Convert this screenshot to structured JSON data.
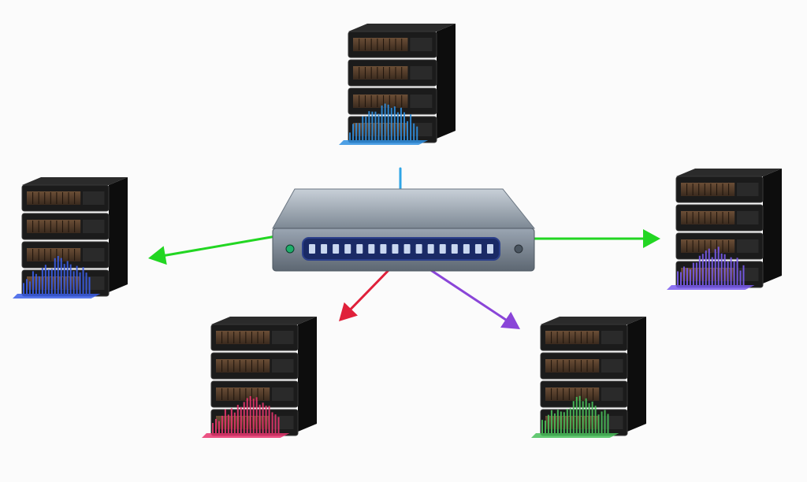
{
  "colors": {
    "background": "#fbfbfb",
    "rack_dark": "#1b1b1b",
    "rack_side": "#0d0d0d",
    "rack_top": "#2b2b2b",
    "drive_bay": "#5a4230",
    "switch_body": "#8f9aa6",
    "switch_port_strip": "#1a2a66",
    "switch_port": "#c9d7f0"
  },
  "switch": {
    "name": "network-switch",
    "port_count": 16
  },
  "servers": [
    {
      "name": "server-top",
      "activity_color": "#2f8fe0"
    },
    {
      "name": "server-left",
      "activity_color": "#3a5ee8"
    },
    {
      "name": "server-right",
      "activity_color": "#7a5cf0"
    },
    {
      "name": "server-bottom-left",
      "activity_color": "#e8356e"
    },
    {
      "name": "server-bottom-right",
      "activity_color": "#49c05a"
    }
  ],
  "links": [
    {
      "name": "link-to-top",
      "color": "#2fa5e6",
      "arrow": false
    },
    {
      "name": "link-to-left",
      "color": "#22d622",
      "arrow": true
    },
    {
      "name": "link-to-right",
      "color": "#22d622",
      "arrow": true
    },
    {
      "name": "link-to-bottom-left",
      "color": "#e0203a",
      "arrow": true
    },
    {
      "name": "link-to-bottom-right",
      "color": "#8a45d8",
      "arrow": true
    }
  ]
}
